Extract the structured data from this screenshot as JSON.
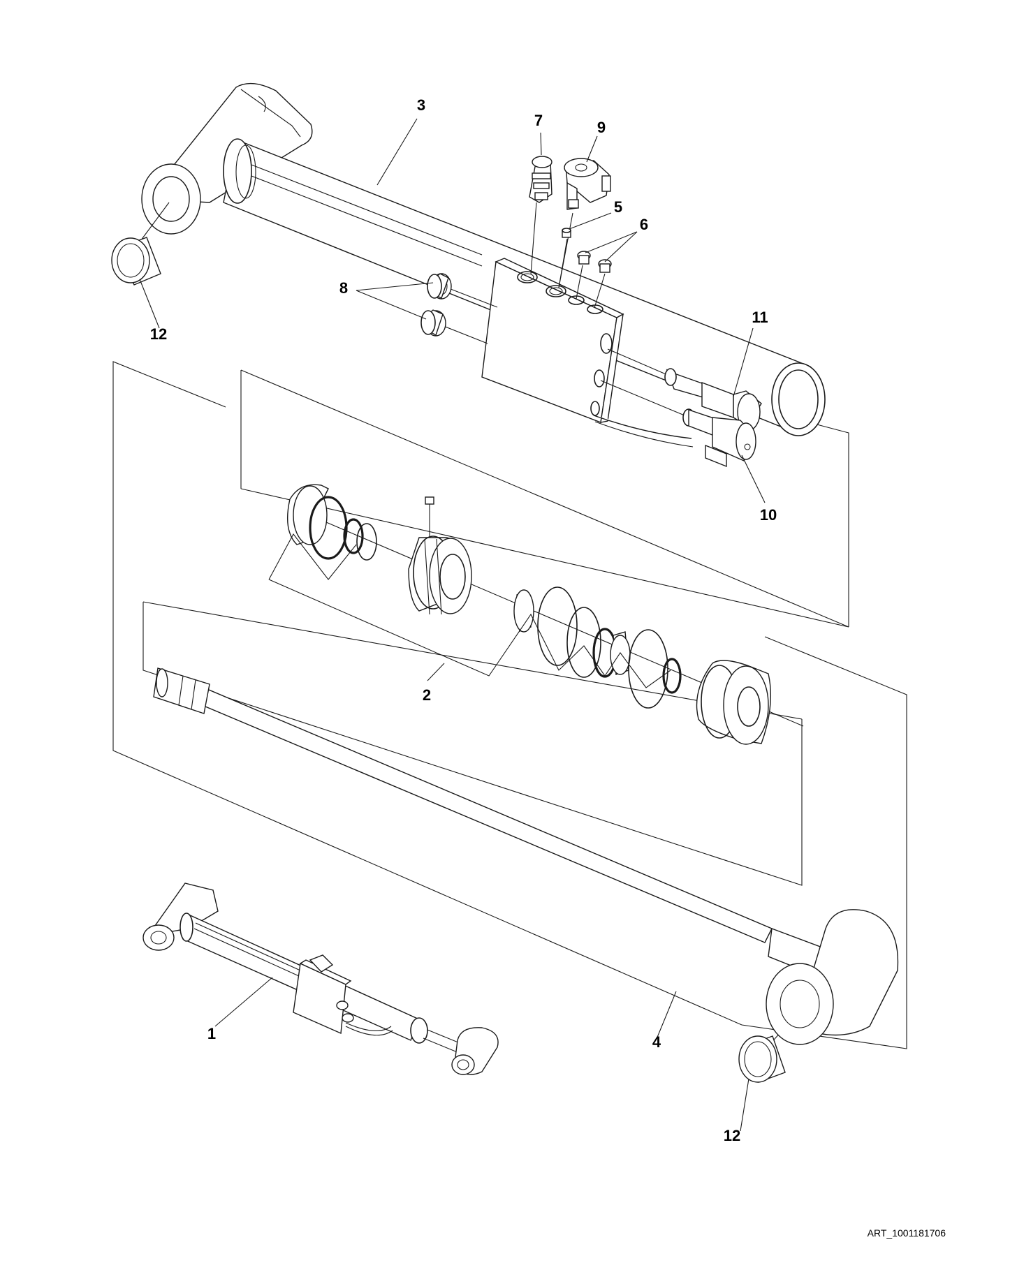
{
  "diagram": {
    "type": "exploded-parts-view",
    "callouts": [
      {
        "id": "callout-3",
        "text": "3"
      },
      {
        "id": "callout-7",
        "text": "7"
      },
      {
        "id": "callout-9",
        "text": "9"
      },
      {
        "id": "callout-5",
        "text": "5"
      },
      {
        "id": "callout-6",
        "text": "6"
      },
      {
        "id": "callout-8",
        "text": "8"
      },
      {
        "id": "callout-12-top",
        "text": "12"
      },
      {
        "id": "callout-11",
        "text": "11"
      },
      {
        "id": "callout-10",
        "text": "10"
      },
      {
        "id": "callout-2",
        "text": "2"
      },
      {
        "id": "callout-1",
        "text": "1"
      },
      {
        "id": "callout-4",
        "text": "4"
      },
      {
        "id": "callout-12-bottom",
        "text": "12"
      }
    ],
    "art_id": "ART_1001181706"
  }
}
